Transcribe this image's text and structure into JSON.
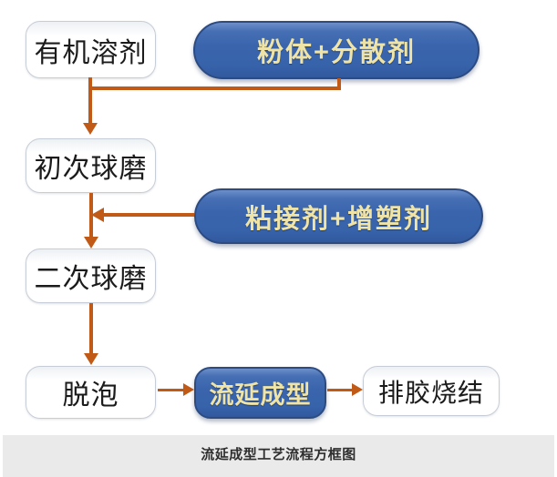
{
  "diagram": {
    "caption": "流延成型工艺流程方框图",
    "nodes": {
      "organic_solvent": "有机溶剂",
      "powder_dispersant": "粉体+分散剂",
      "first_ball_milling": "初次球磨",
      "binder_plasticizer": "粘接剂+增塑剂",
      "second_ball_milling": "二次球磨",
      "defoaming": "脱泡",
      "tape_casting": "流延成型",
      "debinding_sintering": "排胶烧结"
    },
    "colors": {
      "arrow": "#C05A16",
      "pill_fill": "#3A65AD",
      "pill_border": "#2C4B82",
      "pill_text": "#EFE3A6",
      "box_border": "#C7CDD6",
      "box_text": "#1B1B1B",
      "caption_bg": "#EAEAEA",
      "caption_text": "#2E2E2E"
    }
  }
}
